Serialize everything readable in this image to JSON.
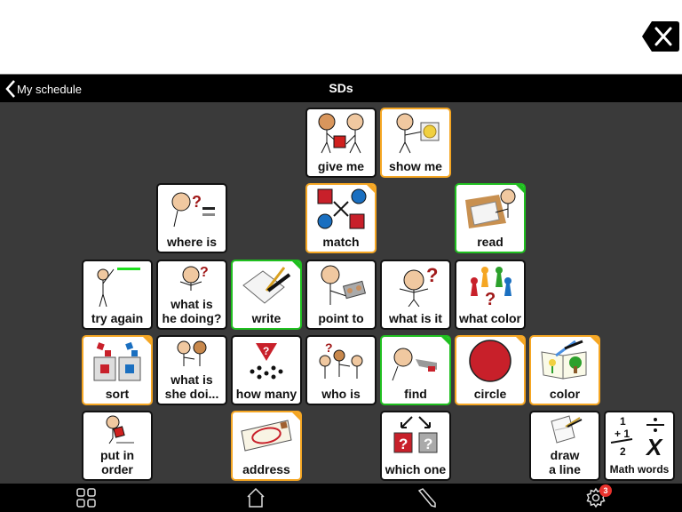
{
  "top": {
    "clear_icon": "backspace-x-icon"
  },
  "navbar": {
    "back_label": "My schedule",
    "title": "SDs"
  },
  "colors": {
    "orange": "#f5a623",
    "green": "#1fbf1f",
    "background": "#3a3a3a"
  },
  "tiles": [
    {
      "label": "give me",
      "style": "plain"
    },
    {
      "label": "show me",
      "style": "orange-border"
    },
    {
      "label": "where is",
      "style": "plain"
    },
    {
      "label": "match",
      "style": "orange"
    },
    {
      "label": "read",
      "style": "green"
    },
    {
      "label": "try again",
      "style": "plain"
    },
    {
      "label": "what is\nhe doing?",
      "style": "plain"
    },
    {
      "label": "write",
      "style": "green"
    },
    {
      "label": "point to",
      "style": "plain"
    },
    {
      "label": "what is it",
      "style": "plain"
    },
    {
      "label": "what color",
      "style": "plain"
    },
    {
      "label": "sort",
      "style": "orange"
    },
    {
      "label": "what is\nshe doi...",
      "style": "plain"
    },
    {
      "label": "how many",
      "style": "plain"
    },
    {
      "label": "who is",
      "style": "plain"
    },
    {
      "label": "find",
      "style": "green"
    },
    {
      "label": "circle",
      "style": "orange"
    },
    {
      "label": "color",
      "style": "orange"
    },
    {
      "label": "put in\norder",
      "style": "plain"
    },
    {
      "label": "address",
      "style": "orange"
    },
    {
      "label": "which one",
      "style": "plain"
    },
    {
      "label": "draw\na line",
      "style": "plain"
    },
    {
      "label": "Math words",
      "style": "folder"
    }
  ],
  "toolbar": {
    "items": [
      "grid-icon",
      "home-icon",
      "pencil-icon",
      "gear-icon"
    ],
    "settings_badge": "3"
  }
}
